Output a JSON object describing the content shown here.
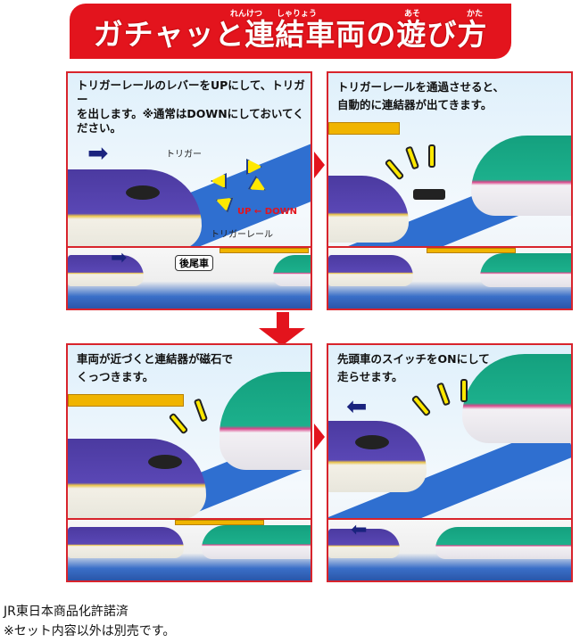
{
  "title": {
    "text": "ガチャッと連結車両の遊び方",
    "ruby": [
      "れんけつ",
      "しゃりょう",
      "あそ",
      "かた"
    ]
  },
  "panels": [
    {
      "caption": "トリガーレールのレバーをUPにして、トリガー\nを出します。※通常はDOWNにしておいてください。",
      "labels": {
        "trigger": "トリガー",
        "up": "UP",
        "down": "DOWN",
        "rail": "トリガーレール",
        "rear_car": "後尾車"
      }
    },
    {
      "caption": "トリガーレールを通過させると、\n自動的に連結器が出てきます。"
    },
    {
      "caption": "車両が近づくと連結器が磁石で\nくっつきます。"
    },
    {
      "caption": "先頭車のスイッチをONにして\n走らせます。"
    }
  ],
  "footer": [
    "JR東日本商品化許諾済",
    "※セット内容以外は別売です。"
  ]
}
